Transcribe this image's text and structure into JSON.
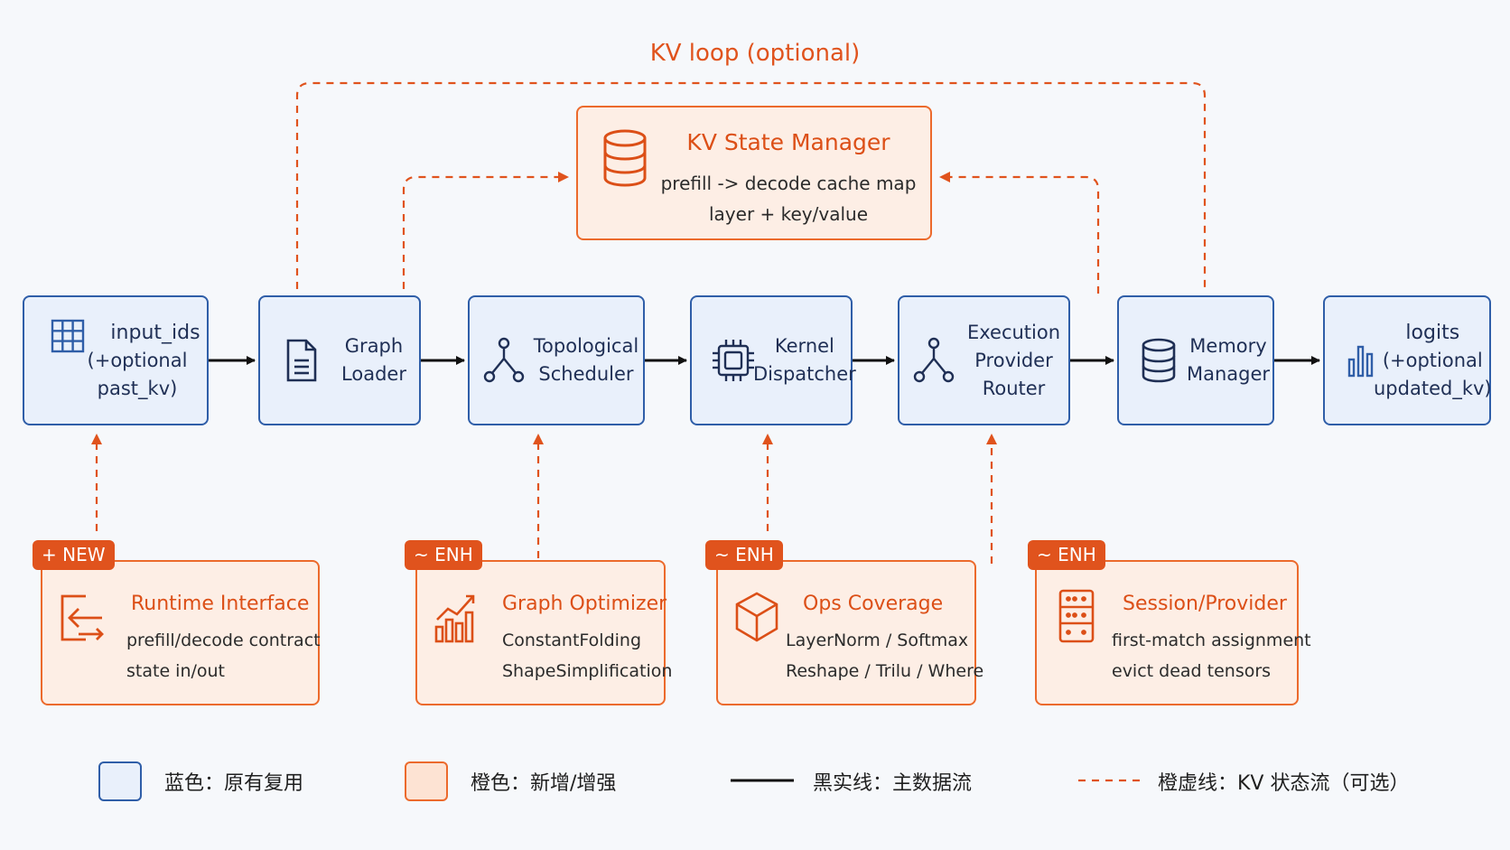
{
  "loop_title": "KV loop (optional)",
  "colors": {
    "blue_border": "#2f5ea8",
    "blue_fill": "#e9f0fb",
    "orange": "#e0531d",
    "orange_fill": "#fdeee5",
    "main_flow": "#111111"
  },
  "pipeline": [
    {
      "id": "input",
      "icon": "grid-icon",
      "lines": [
        "input_ids",
        "(+optional",
        "past_kv)"
      ]
    },
    {
      "id": "graph-loader",
      "icon": "document-icon",
      "lines": [
        "Graph",
        "Loader"
      ]
    },
    {
      "id": "topological-scheduler",
      "icon": "branch-icon",
      "lines": [
        "Topological",
        "Scheduler"
      ]
    },
    {
      "id": "kernel-dispatcher",
      "icon": "chip-icon",
      "lines": [
        "Kernel",
        "Dispatcher"
      ]
    },
    {
      "id": "execution-provider-router",
      "icon": "branch-icon",
      "lines": [
        "Execution",
        "Provider",
        "Router"
      ]
    },
    {
      "id": "memory-manager",
      "icon": "database-icon",
      "lines": [
        "Memory",
        "Manager"
      ]
    },
    {
      "id": "logits",
      "icon": "bar-chart-icon",
      "lines": [
        "logits",
        "(+optional",
        "updated_kv)"
      ]
    }
  ],
  "kv_state_manager": {
    "icon": "database-icon",
    "title": "KV State Manager",
    "lines": [
      "prefill -> decode cache map",
      "layer + key/value"
    ]
  },
  "enhancements": [
    {
      "id": "runtime-interface",
      "tag": "+ NEW",
      "icon": "arrow-left-bracket-icon",
      "title": "Runtime Interface",
      "lines": [
        "prefill/decode contract",
        "state in/out"
      ]
    },
    {
      "id": "graph-optimizer",
      "tag": "~ ENH",
      "icon": "trend-chart-icon",
      "title": "Graph Optimizer",
      "lines": [
        "ConstantFolding",
        "ShapeSimplification"
      ]
    },
    {
      "id": "ops-coverage",
      "tag": "~ ENH",
      "icon": "cube-icon",
      "title": "Ops Coverage",
      "lines": [
        "LayerNorm / Softmax",
        "Reshape / Trilu / Where"
      ]
    },
    {
      "id": "session-provider",
      "tag": "~ ENH",
      "icon": "server-icon",
      "title": "Session/Provider",
      "lines": [
        "first-match assignment",
        "evict dead tensors"
      ]
    }
  ],
  "legend": {
    "blue": "蓝色：原有复用",
    "orange": "橙色：新增/增强",
    "solid": "黑实线：主数据流",
    "dashed": "橙虚线：KV 状态流（可选）"
  }
}
